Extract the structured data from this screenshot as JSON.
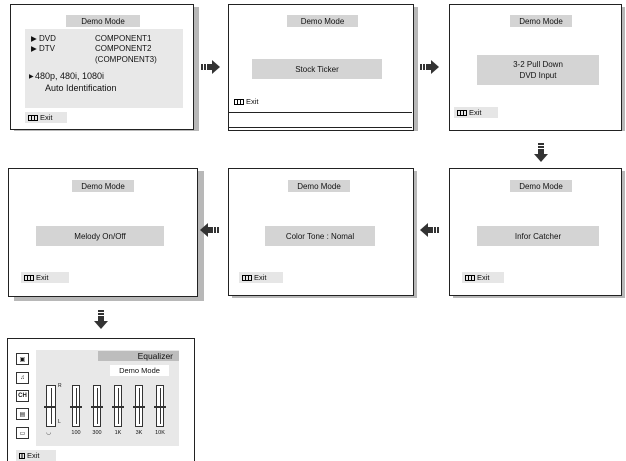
{
  "title": "Demo Mode",
  "exit_label": "Exit",
  "screen1": {
    "rows": [
      {
        "src": "DVD",
        "comp": "COMPONENT1"
      },
      {
        "src": "DTV",
        "comp": "COMPONENT2"
      }
    ],
    "comp3": "(COMPONENT3)",
    "formats": "480p,    480i,    1080i",
    "auto": "Auto Identification"
  },
  "screen2": {
    "item": "Stock Ticker"
  },
  "screen3": {
    "line1": "3-2 Pull Down",
    "line2": "DVD Input"
  },
  "screen4": {
    "item": "Infor Catcher"
  },
  "screen5": {
    "item": "Color Tone : Nomal"
  },
  "screen6": {
    "item": "Melody On/Off"
  },
  "screen7": {
    "header": "Equalizer",
    "sub": "Demo Mode",
    "r_label": "R",
    "l_label": "L",
    "bands": [
      "100",
      "300",
      "1K",
      "3K",
      "10K"
    ],
    "side_icons": [
      "picture-icon",
      "sound-icon",
      "channel-icon",
      "setup-icon",
      "input-icon"
    ],
    "ch_label": "CH"
  }
}
